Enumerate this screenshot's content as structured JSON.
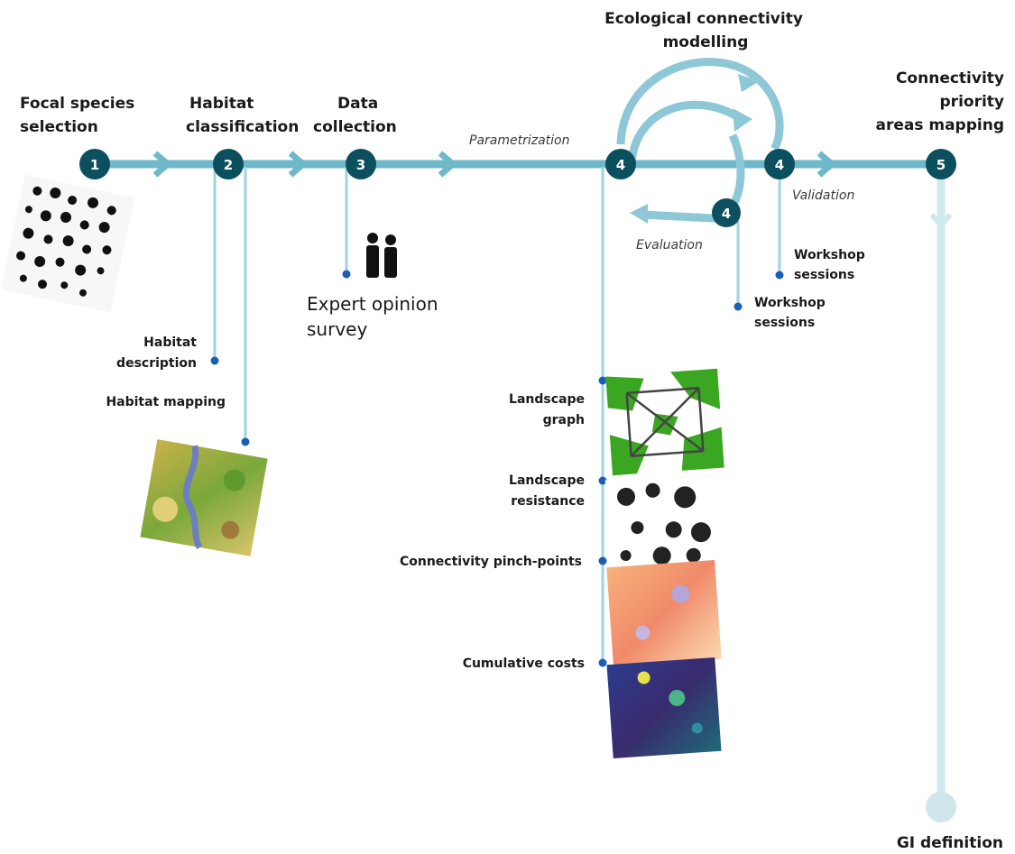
{
  "stages": [
    {
      "number": "1",
      "label_lines": [
        "Focal species",
        "selection"
      ]
    },
    {
      "number": "2",
      "label_lines": [
        "Habitat",
        "classification"
      ]
    },
    {
      "number": "3",
      "label_lines": [
        "Data",
        "collection"
      ]
    },
    {
      "number": "4",
      "label_lines": [
        "Ecological connectivity",
        "modelling"
      ]
    },
    {
      "number": "5",
      "label_lines": [
        "Connectivity",
        "priority",
        "areas mapping"
      ]
    }
  ],
  "loop_node_number": "4",
  "flow_labels": {
    "parametrization": "Parametrization",
    "evaluation": "Evaluation",
    "validation": "Validation"
  },
  "side_labels": {
    "habitat_description": [
      "Habitat",
      "description"
    ],
    "habitat_mapping": "Habitat mapping",
    "expert_opinion": [
      "Expert opinion",
      "survey"
    ],
    "workshop_validation": [
      "Workshop",
      "sessions"
    ],
    "workshop_evaluation": [
      "Workshop",
      "sessions"
    ],
    "landscape_graph": [
      "Landscape",
      "graph"
    ],
    "landscape_resistance": [
      "Landscape",
      "resistance"
    ],
    "pinch_points": "Connectivity  pinch-points",
    "cumulative_costs": "Cumulative costs"
  },
  "end_label": "GI definition",
  "colors": {
    "node": "#0c4f5e",
    "line": "#6fb8c9",
    "line_light": "#9fd3e0",
    "dot": "#1a5fb4"
  },
  "icons": [
    "footprints-image",
    "habitat-map-image",
    "experts-icon",
    "landscape-graph-image",
    "resistance-map-image",
    "pinch-points-map-image",
    "cumulative-costs-map-image"
  ]
}
